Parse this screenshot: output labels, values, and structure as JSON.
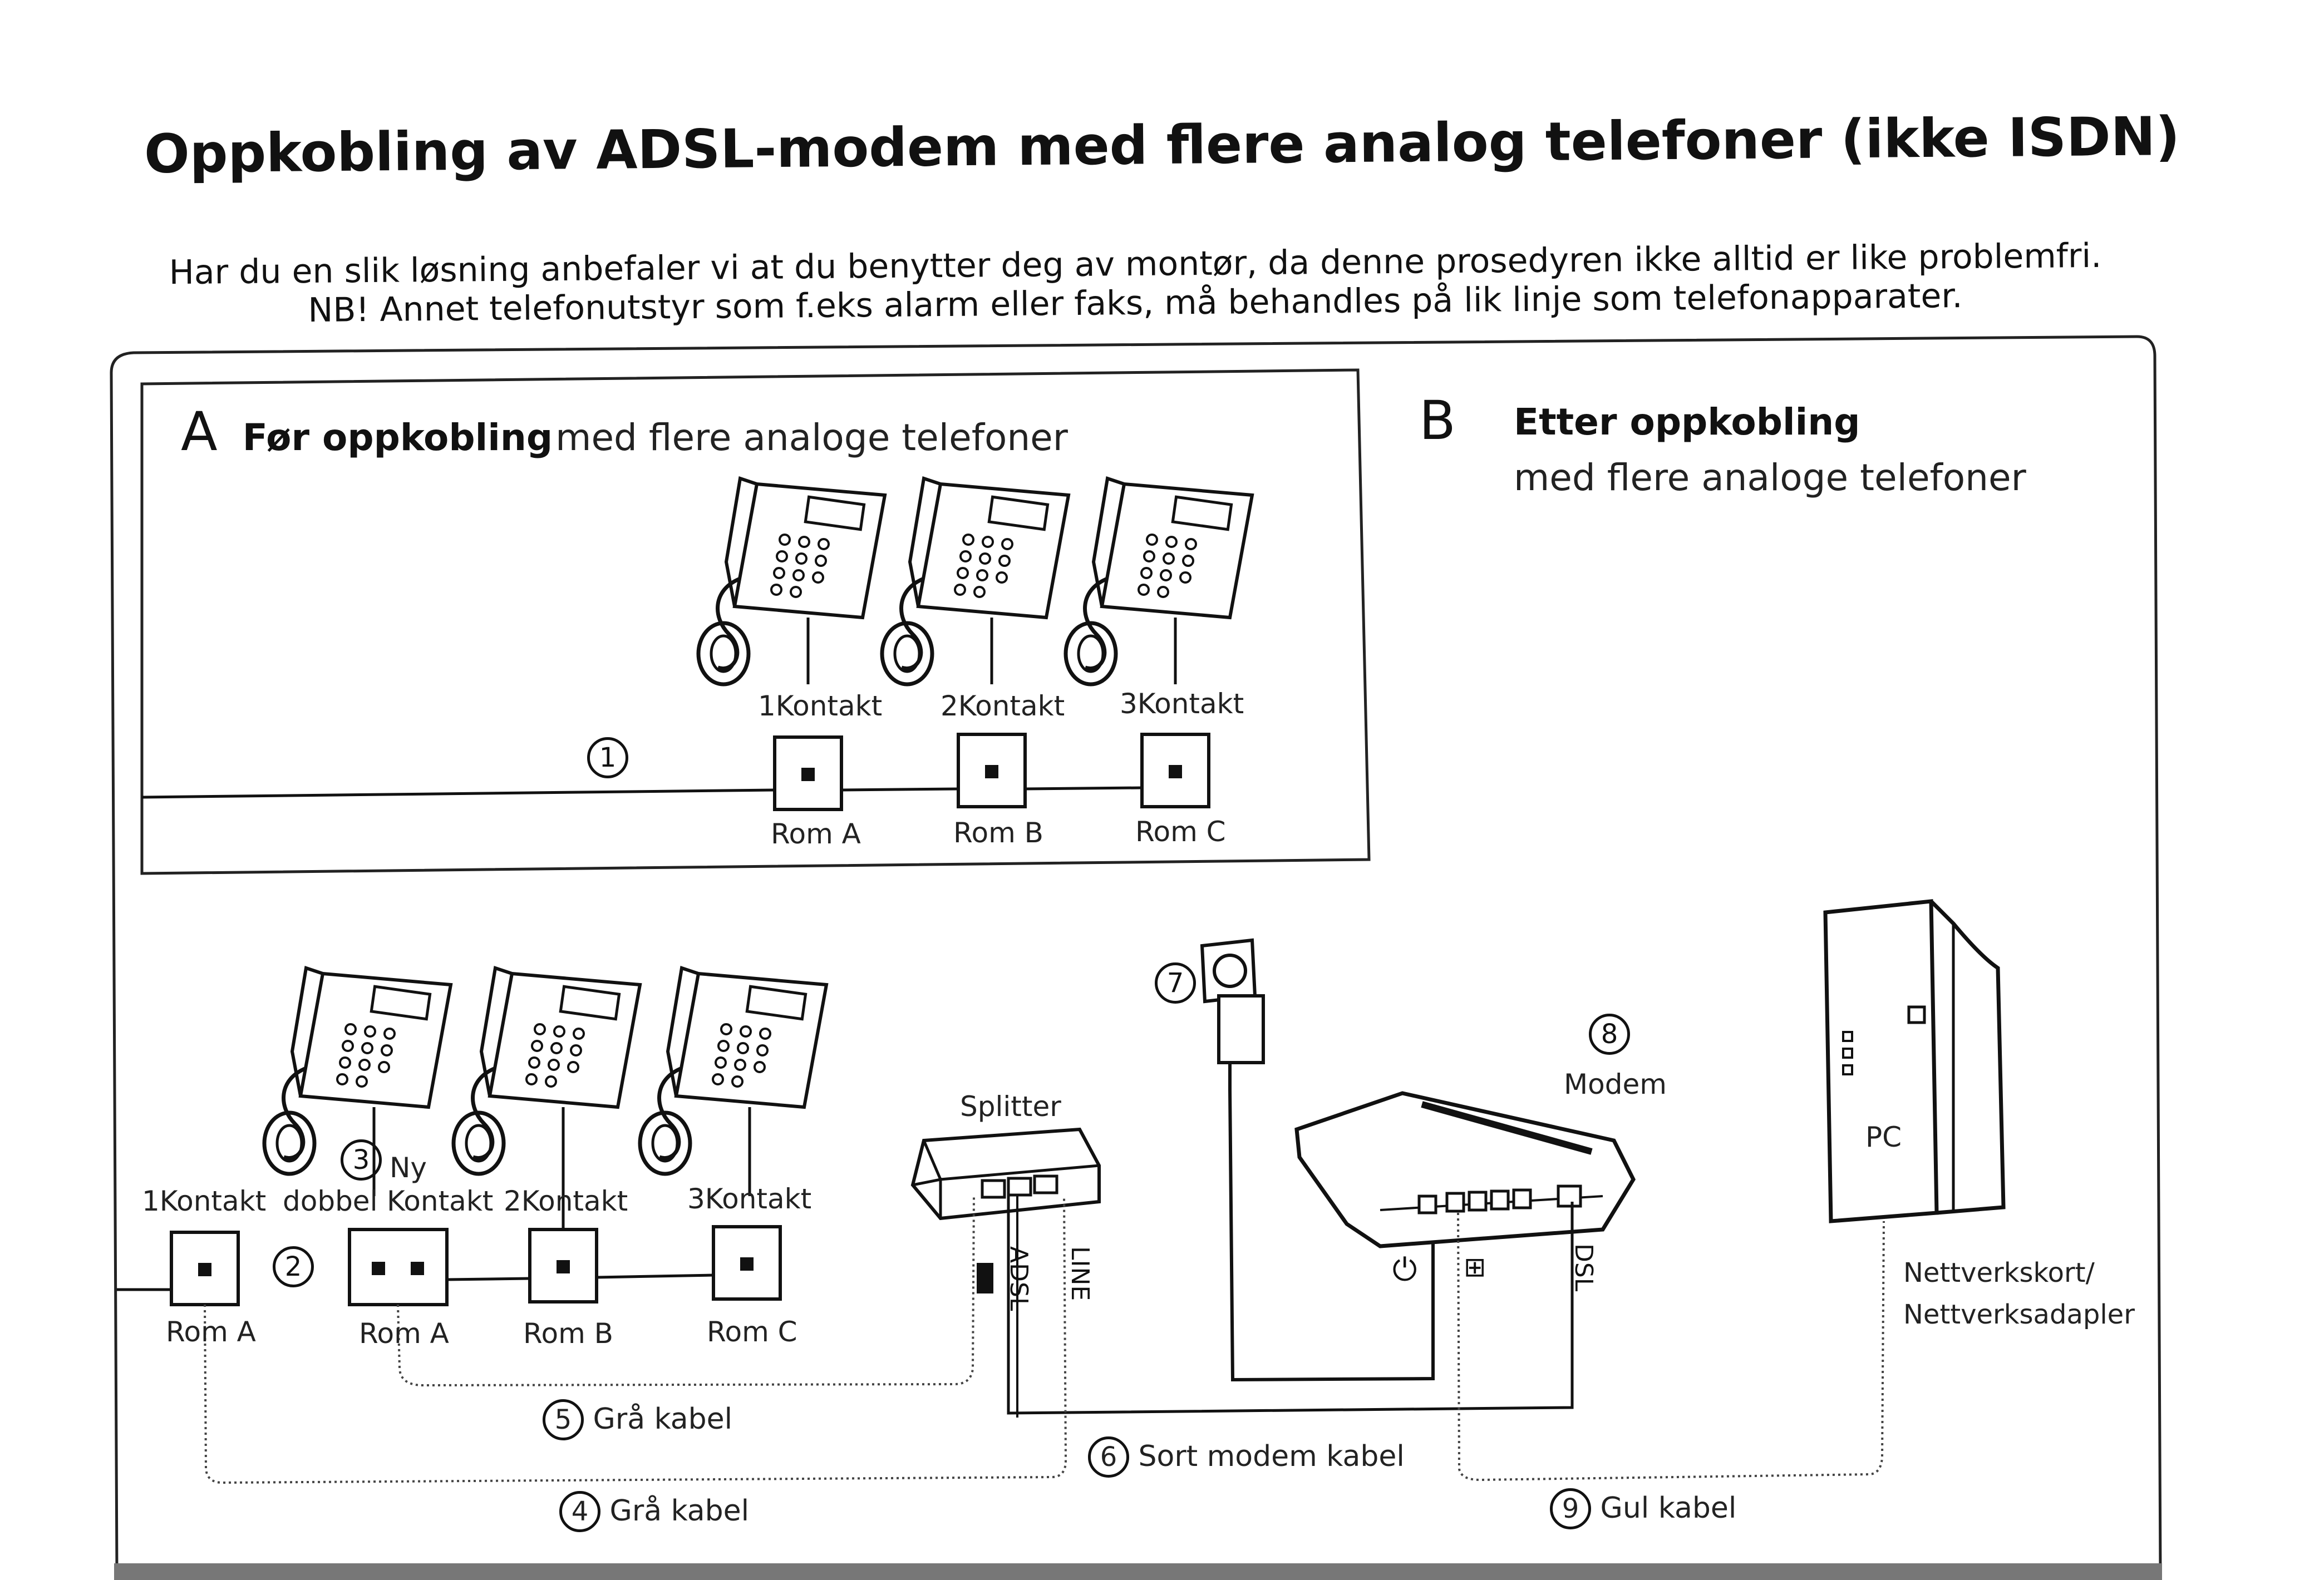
{
  "title": "Oppkobling av ADSL-modem med flere analog telefoner (ikke ISDN)",
  "intro": {
    "line1": "Har du en slik løsning anbefaler vi at du benytter deg av montør, da denne prosedyren ikke alltid er like problemfri.",
    "line2": "NB! Annet telefonutstyr som f.eks alarm eller faks, må behandles på lik linje som telefonapparater."
  },
  "section_a": {
    "letter": "A",
    "title_bold": "Før oppkobling",
    "title_rest": "med flere analoge telefoner",
    "marker": "1",
    "sockets": [
      {
        "top": "1Kontakt",
        "bottom": "Rom A"
      },
      {
        "top": "2Kontakt",
        "bottom": "Rom B"
      },
      {
        "top": "3Kontakt",
        "bottom": "Rom C"
      }
    ]
  },
  "section_b": {
    "letter": "B",
    "title_bold": "Etter oppkobling",
    "title_rest": "med flere analoge telefoner",
    "sockets": [
      {
        "top": "1Kontakt",
        "bottom": "Rom A"
      },
      {
        "top_pre": "dobbel",
        "top": "Kontakt",
        "bottom": "Rom A"
      },
      {
        "top": "2Kontakt",
        "bottom": "Rom B"
      },
      {
        "top": "3Kontakt",
        "bottom": "Rom C"
      }
    ],
    "ny_label": "Ny",
    "markers": {
      "m2": "2",
      "m3": "3",
      "m4": "4",
      "m5": "5",
      "m6": "6",
      "m7": "7",
      "m8": "8",
      "m9": "9"
    },
    "splitter": "Splitter",
    "splitter_ports": {
      "adsl": "ADSL",
      "line": "LINE"
    },
    "modem": "Modem",
    "modem_port": "DSL",
    "pc": "PC",
    "nic_line1": "Nettverkskort/",
    "nic_line2": "Nettverksadapler",
    "cables": {
      "c4": "Grå kabel",
      "c5": "Grå kabel",
      "c6": "Sort modem kabel",
      "c9": "Gul kabel"
    }
  }
}
